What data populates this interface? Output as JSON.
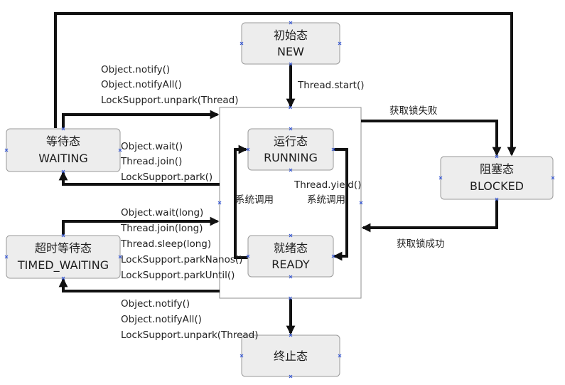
{
  "colors": {
    "box_fill": "#ededed",
    "box_border": "#9a9a9a",
    "arrow": "#111111",
    "handle": "#3a5bd6",
    "text": "#1e1e1e"
  },
  "states": {
    "new": {
      "cn": "初始态",
      "en": "NEW"
    },
    "running": {
      "cn": "运行态",
      "en": "RUNNING"
    },
    "ready": {
      "cn": "就绪态",
      "en": "READY"
    },
    "waiting": {
      "cn": "等待态",
      "en": "WAITING"
    },
    "timed_waiting": {
      "cn": "超时等待态",
      "en": "TIMED_WAITING"
    },
    "blocked": {
      "cn": "阻塞态",
      "en": "BLOCKED"
    },
    "terminated": {
      "cn": "终止态"
    }
  },
  "transitions": {
    "new_to_running": "Thread.start()",
    "to_blocked": "获取锁失败",
    "from_blocked": "获取锁成功",
    "ready_to_running": "系统调用",
    "running_to_ready_1": "Thread.yield()",
    "running_to_ready_2": "系统调用",
    "waiting_to_runnable": [
      "Object.notify()",
      "Object.notifyAll()",
      "LockSupport.unpark(Thread)"
    ],
    "runnable_to_waiting": [
      "Object.wait()",
      "Thread.join()",
      "LockSupport.park()"
    ],
    "runnable_to_timed_waiting": [
      "Object.wait(long)",
      "Thread.join(long)",
      "Thread.sleep(long)",
      "LockSupport.parkNanos()",
      "LockSupport.parkUntil()"
    ],
    "timed_waiting_to_runnable": [
      "Object.notify()",
      "Object.notifyAll()",
      "LockSupport.unpark(Thread)"
    ]
  }
}
